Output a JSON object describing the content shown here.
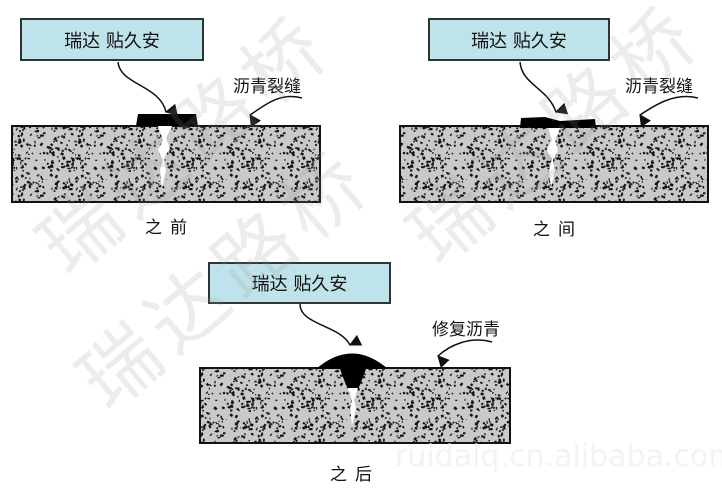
{
  "panels": [
    {
      "product_label": "瑞达 贴久安",
      "callout": "沥青裂缝",
      "caption": "之前"
    },
    {
      "product_label": "瑞达 贴久安",
      "callout": "沥青裂缝",
      "caption": "之间"
    },
    {
      "product_label": "瑞达 贴久安",
      "callout": "修复沥青",
      "caption": "之后"
    }
  ],
  "watermark": "瑞达路桥",
  "site_watermark": "ruidalq.cn.alibaba.com",
  "colors": {
    "label_fill": "#bfe3ea",
    "slab": "#c9c9c9",
    "patch": "#000000"
  }
}
